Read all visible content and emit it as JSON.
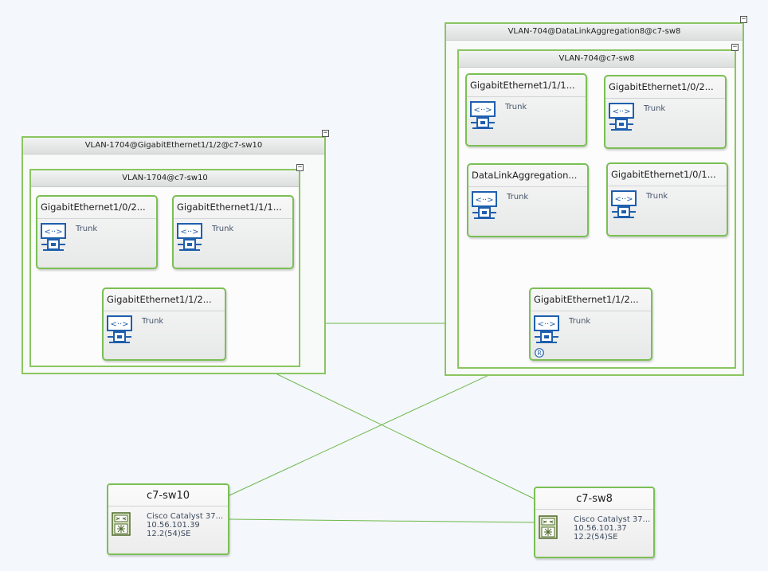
{
  "groups": {
    "left_outer": {
      "label": "VLAN-1704@GigabitEthernet1/1/2@c7-sw10",
      "collapse": "−"
    },
    "left_inner": {
      "label": "VLAN-1704@c7-sw10",
      "collapse": "−"
    },
    "right_outer": {
      "label": "VLAN-704@DataLinkAggregation8@c7-sw8",
      "collapse": "−"
    },
    "right_inner": {
      "label": "VLAN-704@c7-sw8",
      "collapse": "−"
    }
  },
  "ports": {
    "l1": {
      "title": "GigabitEthernet1/0/2...",
      "sub": "Trunk",
      "icon": "ethernet-port-icon"
    },
    "l2": {
      "title": "GigabitEthernet1/1/1...",
      "sub": "Trunk",
      "icon": "ethernet-port-icon"
    },
    "l3": {
      "title": "GigabitEthernet1/1/2...",
      "sub": "Trunk",
      "icon": "ethernet-port-icon"
    },
    "r1": {
      "title": "GigabitEthernet1/1/1...",
      "sub": "Trunk",
      "icon": "ethernet-port-icon"
    },
    "r2": {
      "title": "GigabitEthernet1/0/2...",
      "sub": "Trunk",
      "icon": "ethernet-port-icon"
    },
    "r3": {
      "title": "DataLinkAggregation...",
      "sub": "Trunk",
      "icon": "ethernet-port-icon"
    },
    "r4": {
      "title": "GigabitEthernet1/0/1...",
      "sub": "Trunk",
      "icon": "ethernet-port-icon"
    },
    "r5": {
      "title": "GigabitEthernet1/1/2...",
      "sub": "Trunk",
      "icon": "ethernet-port-icon",
      "badge": "R"
    }
  },
  "devices": {
    "sw10": {
      "name": "c7-sw10",
      "model": "Cisco Catalyst 37...",
      "ip": "10.56.101.39",
      "version": "12.2(54)SE",
      "icon": "switch-icon"
    },
    "sw8": {
      "name": "c7-sw8",
      "model": "Cisco Catalyst 37...",
      "ip": "10.56.101.37",
      "version": "12.2(54)SE",
      "icon": "switch-icon"
    }
  },
  "colors": {
    "link": "#6cb84a",
    "border": "#7bbf55",
    "port_icon": "#1f5fae"
  }
}
